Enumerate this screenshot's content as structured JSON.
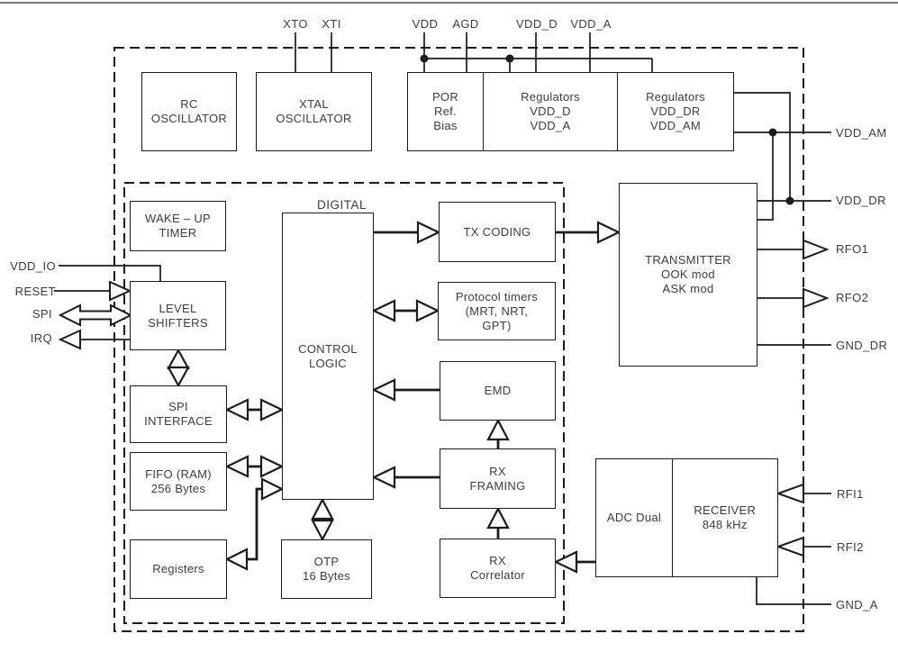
{
  "colors": {
    "line": "#1b1b1b",
    "text": "#3d3d3d",
    "background": "#ffffff"
  },
  "regions": {
    "digital_label": "DIGITAL"
  },
  "blocks": {
    "rc_oscillator": "RC\nOSCILLATOR",
    "xtal_oscillator": "XTAL\nOSCILLATOR",
    "por_ref_bias": "POR\nRef.\nBias",
    "regulators_core": "Regulators\nVDD_D\nVDD_A",
    "regulators_pa": "Regulators\nVDD_DR\nVDD_AM",
    "wake_up_timer": "WAKE – UP\nTIMER",
    "level_shifters": "LEVEL\nSHIFTERS",
    "spi_interface": "SPI\nINTERFACE",
    "fifo_ram": "FIFO (RAM)\n256 Bytes",
    "registers": "Registers",
    "control_logic": "CONTROL\nLOGIC",
    "otp": "OTP\n16 Bytes",
    "tx_coding": "TX CODING",
    "protocol_timers": "Protocol timers\n(MRT, NRT,\nGPT)",
    "emd": "EMD",
    "rx_framing": "RX\nFRAMING",
    "rx_correlator": "RX\nCorrelator",
    "transmitter": "TRANSMITTER\nOOK mod\nASK mod",
    "adc_dual": "ADC Dual",
    "receiver": "RECEIVER\n848 kHz"
  },
  "pins": {
    "top": {
      "xto": "XTO",
      "xti": "XTI",
      "vdd": "VDD",
      "agd": "AGD",
      "vdd_d": "VDD_D",
      "vdd_a": "VDD_A"
    },
    "left": {
      "vdd_io": "VDD_IO",
      "reset": "RESET",
      "spi": "SPI",
      "irq": "IRQ"
    },
    "right": {
      "vdd_am": "VDD_AM",
      "vdd_dr": "VDD_DR",
      "rfo1": "RFO1",
      "rfo2": "RFO2",
      "gnd_dr": "GND_DR",
      "rfi1": "RFI1",
      "rfi2": "RFI2",
      "gnd_a": "GND_A"
    }
  }
}
